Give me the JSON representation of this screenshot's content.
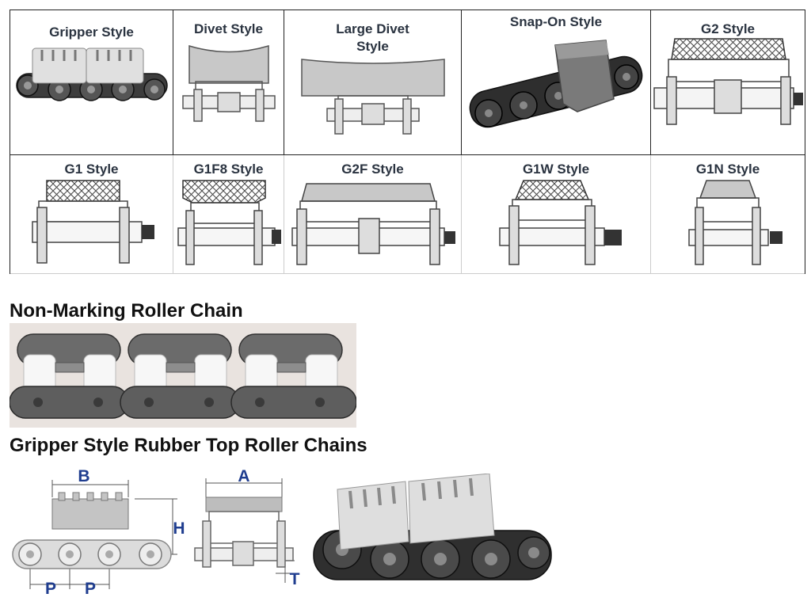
{
  "styles_row1": [
    {
      "label": "Gripper Style"
    },
    {
      "label": "Divet Style"
    },
    {
      "label_line1": "Large Divet",
      "label_line2": "Style"
    },
    {
      "label": "Snap-On Style"
    },
    {
      "label": "G2 Style"
    }
  ],
  "styles_row2": [
    {
      "label": "G1 Style"
    },
    {
      "label": "G1F8 Style"
    },
    {
      "label": "G2F Style"
    },
    {
      "label": "G1W Style"
    },
    {
      "label": "G1N Style"
    }
  ],
  "section1": {
    "title": "Non-Marking Roller Chain"
  },
  "section2": {
    "title": "Gripper Style Rubber Top Roller Chains"
  },
  "dimensions": {
    "b": "B",
    "h": "H",
    "p1": "P",
    "p2": "P",
    "a": "A",
    "t": "T"
  },
  "icons": [
    "gripper-chain-photo",
    "snap-on-chain-photo",
    "cross-section-drawing",
    "non-marking-chain-photo"
  ]
}
